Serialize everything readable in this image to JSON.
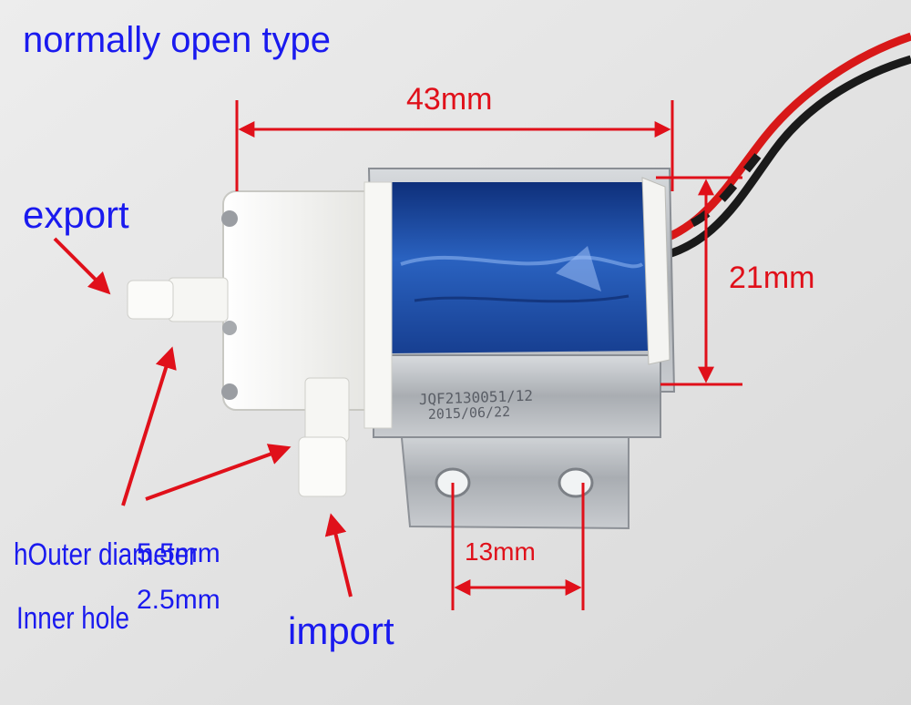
{
  "labels": {
    "title": "normally open type",
    "export": "export",
    "import": "import",
    "dim_length": "43mm",
    "dim_height": "21mm",
    "dim_holes": "13mm",
    "outer_label": "hOuter diameter",
    "outer_value": "5.5mm",
    "inner_label": "Inner hole",
    "inner_value": "2.5mm",
    "stamp_line1": "JQF2130051/12",
    "stamp_line2": "2015/06/22"
  },
  "colors": {
    "annotation_blue": "#1a1aef",
    "annotation_red": "#e0101a",
    "background": "#e4e4e4",
    "coil_blue": "#1d4fa8",
    "metal_frame": "#b9bdc2",
    "plastic_body": "#f2f2ef"
  }
}
